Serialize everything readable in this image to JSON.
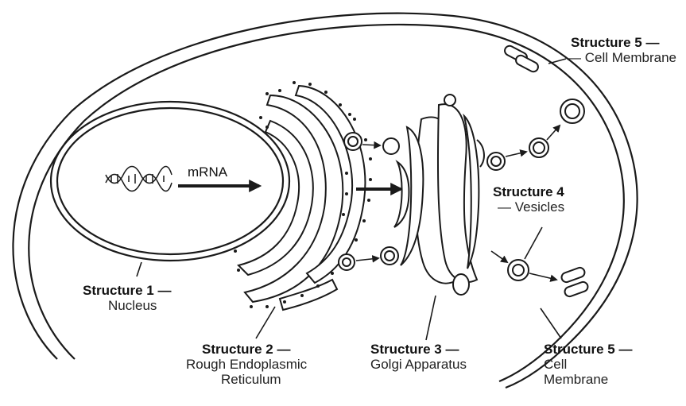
{
  "labels": {
    "mrna": "mRNA",
    "s1_title": "Structure 1 —",
    "s1_name": "Nucleus",
    "s2_title": "Structure 2 —",
    "s2_name_1": "Rough Endoplasmic",
    "s2_name_2": "Reticulum",
    "s3_title": "Structure 3 —",
    "s3_name": "Golgi Apparatus",
    "s4_title": "Structure 4",
    "s4_name": "— Vesicles",
    "s5a_title": "Structure 5 —",
    "s5a_name": "— Cell Membrane",
    "s5b_title": "Structure 5 —",
    "s5b_name_1": "Cell",
    "s5b_name_2": "Membrane"
  },
  "colors": {
    "ink": "#1a1a1a",
    "background": "#ffffff"
  }
}
